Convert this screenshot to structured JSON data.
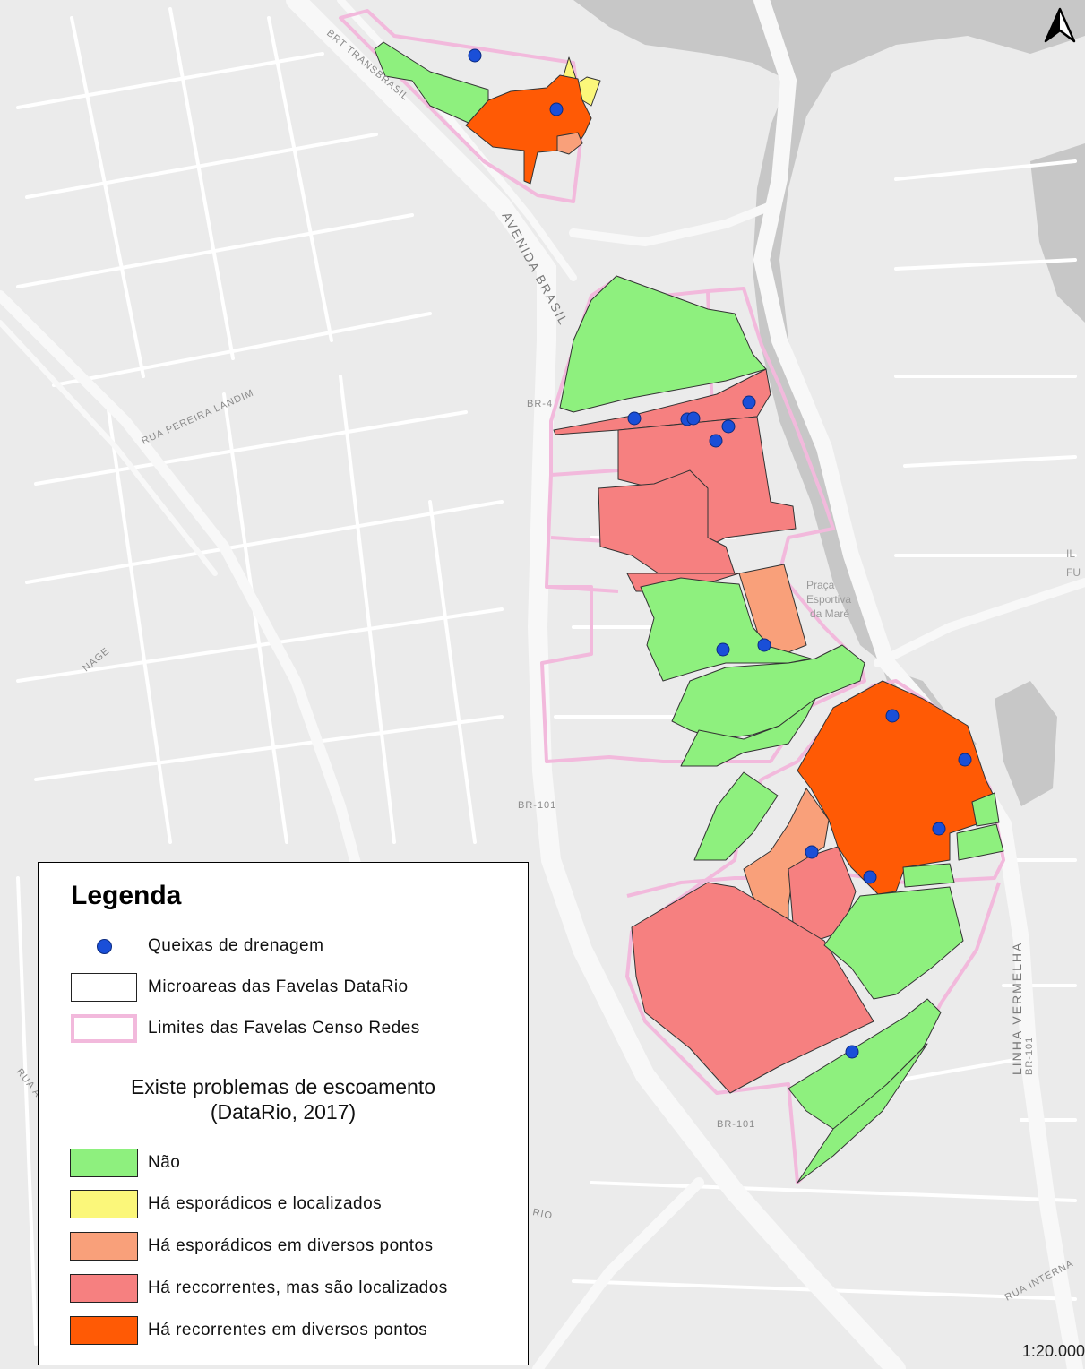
{
  "map": {
    "road_labels": [
      "BRT TRANSBRASIL",
      "AVENIDA BRASIL",
      "RUA PEREIRA LANDIM",
      "BR-101",
      "BR-101",
      "BR-101",
      "LINHA VERMELHA",
      "RUA INTERNA",
      "NAGE",
      "RUA A",
      "RIO",
      "BR-4"
    ],
    "place_labels": [
      "Praça",
      "Esportiva",
      "da Maré",
      "IL",
      "FU"
    ],
    "scale": "1:20.000",
    "colors": {
      "nao": "#8ef07e",
      "esporadicos_localizados": "#fbf77a",
      "esporadicos_diversos": "#f9a07a",
      "recorrentes_localizados": "#f68080",
      "recorrentes_diversos": "#ff5a05",
      "queixa": "#1a4fd8",
      "limite": "#f2b9dc"
    }
  },
  "legend": {
    "title": "Legenda",
    "items": [
      {
        "symbol": "dot",
        "label": "Queixas de drenagem"
      },
      {
        "symbol": "box",
        "label": "Microareas das Favelas DataRio"
      },
      {
        "symbol": "pink-box",
        "label": "Limites das Favelas Censo Redes"
      }
    ],
    "subtitle_line1": "Existe problemas de escoamento",
    "subtitle_line2": "(DataRio, 2017)",
    "classes": [
      {
        "label": "Não",
        "color": "#8ef07e"
      },
      {
        "label": "Há esporádicos e localizados",
        "color": "#fbf77a"
      },
      {
        "label": "Há esporádicos em diversos pontos",
        "color": "#f9a07a"
      },
      {
        "label": "Há reccorrentes, mas são localizados",
        "color": "#f68080"
      },
      {
        "label": "Há recorrentes em diversos pontos",
        "color": "#ff5a05"
      }
    ]
  }
}
